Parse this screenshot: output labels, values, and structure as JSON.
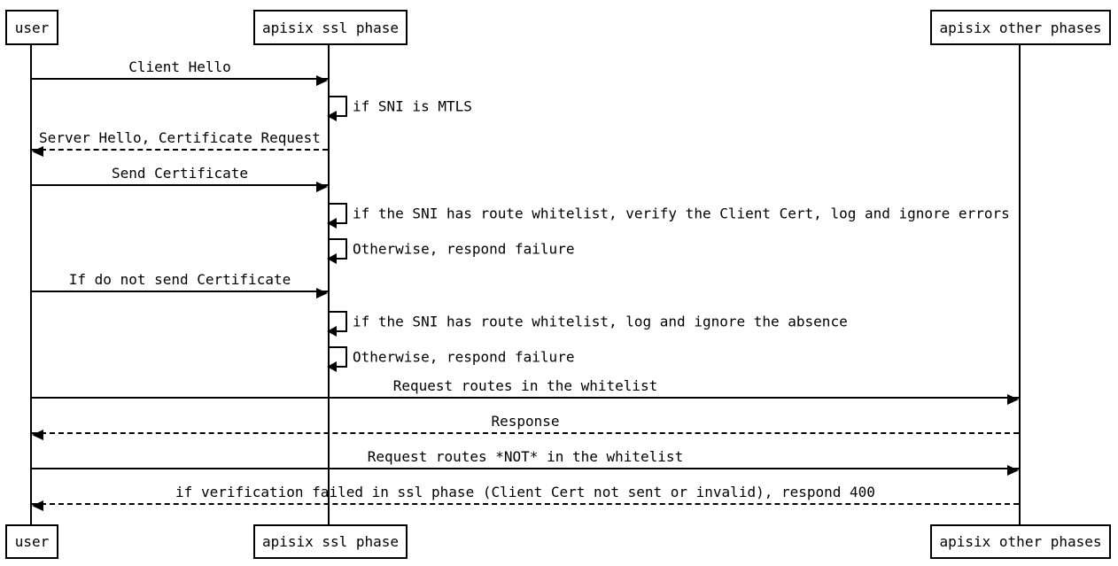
{
  "diagram": {
    "type": "sequence-diagram",
    "colors": {
      "background": "#ffffff",
      "stroke": "#000000",
      "text": "#000000"
    },
    "actors": [
      {
        "id": "user",
        "label": "user"
      },
      {
        "id": "apisix-ssl-phase",
        "label": "apisix ssl phase"
      },
      {
        "id": "apisix-other-phases",
        "label": "apisix other phases"
      }
    ],
    "messages": [
      {
        "type": "message",
        "from": "user",
        "to": "apisix ssl phase",
        "style": "solid",
        "label": "Client Hello"
      },
      {
        "type": "self",
        "on": "apisix ssl phase",
        "label": "if SNI is MTLS"
      },
      {
        "type": "message",
        "from": "apisix ssl phase",
        "to": "user",
        "style": "dashed",
        "label": "Server Hello, Certificate Request"
      },
      {
        "type": "message",
        "from": "user",
        "to": "apisix ssl phase",
        "style": "solid",
        "label": "Send Certificate"
      },
      {
        "type": "self",
        "on": "apisix ssl phase",
        "label": "if the SNI has route whitelist, verify the Client Cert, log and ignore errors"
      },
      {
        "type": "self",
        "on": "apisix ssl phase",
        "label": "Otherwise, respond failure"
      },
      {
        "type": "message",
        "from": "user",
        "to": "apisix ssl phase",
        "style": "solid",
        "label": "If do not send Certificate"
      },
      {
        "type": "self",
        "on": "apisix ssl phase",
        "label": "if the SNI has route whitelist, log and ignore the absence"
      },
      {
        "type": "self",
        "on": "apisix ssl phase",
        "label": "Otherwise, respond failure"
      },
      {
        "type": "message",
        "from": "user",
        "to": "apisix other phases",
        "style": "solid",
        "label": "Request routes in the whitelist"
      },
      {
        "type": "message",
        "from": "apisix other phases",
        "to": "user",
        "style": "dashed",
        "label": "Response"
      },
      {
        "type": "message",
        "from": "user",
        "to": "apisix other phases",
        "style": "solid",
        "label": "Request routes *NOT* in the whitelist"
      },
      {
        "type": "message",
        "from": "apisix other phases",
        "to": "user",
        "style": "dashed",
        "label": "if verification failed in ssl phase (Client Cert not sent or invalid), respond 400"
      }
    ]
  }
}
